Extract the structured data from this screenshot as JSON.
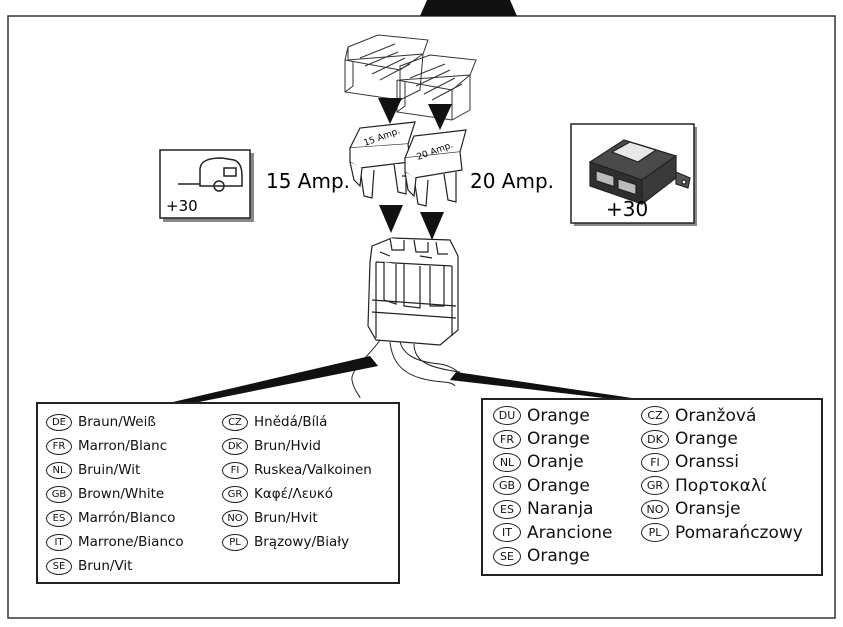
{
  "fuses": {
    "fuse1_text": "15 Amp.",
    "fuse2_text": "20 Amp."
  },
  "labels": {
    "left_amp": "15 Amp.",
    "right_amp": "20 Amp.",
    "caravan_plus": "+30",
    "module_plus": "+30"
  },
  "legend_left": {
    "col1": [
      {
        "code": "DE",
        "text": "Braun/Weiß"
      },
      {
        "code": "FR",
        "text": "Marron/Blanc"
      },
      {
        "code": "NL",
        "text": "Bruin/Wit"
      },
      {
        "code": "GB",
        "text": "Brown/White"
      },
      {
        "code": "ES",
        "text": "Marrón/Blanco"
      },
      {
        "code": "IT",
        "text": "Marrone/Bianco"
      },
      {
        "code": "SE",
        "text": "Brun/Vit"
      }
    ],
    "col2": [
      {
        "code": "CZ",
        "text": "Hnědá/Bílá"
      },
      {
        "code": "DK",
        "text": "Brun/Hvid"
      },
      {
        "code": "FI",
        "text": "Ruskea/Valkoinen"
      },
      {
        "code": "GR",
        "text": "Καφέ/Λευκό"
      },
      {
        "code": "NO",
        "text": "Brun/Hvit"
      },
      {
        "code": "PL",
        "text": "Brązowy/Biały"
      }
    ]
  },
  "legend_right": {
    "col1": [
      {
        "code": "DU",
        "text": "Orange"
      },
      {
        "code": "FR",
        "text": "Orange"
      },
      {
        "code": "NL",
        "text": "Oranje"
      },
      {
        "code": "GB",
        "text": "Orange"
      },
      {
        "code": "ES",
        "text": "Naranja"
      },
      {
        "code": "IT",
        "text": "Arancione"
      },
      {
        "code": "SE",
        "text": "Orange"
      }
    ],
    "col2": [
      {
        "code": "CZ",
        "text": "Oranžová"
      },
      {
        "code": "DK",
        "text": "Orange"
      },
      {
        "code": "FI",
        "text": "Oranssi"
      },
      {
        "code": "GR",
        "text": "Πορτοκαλί"
      },
      {
        "code": "NO",
        "text": "Oransje"
      },
      {
        "code": "PL",
        "text": "Pomarańczowy"
      }
    ]
  }
}
